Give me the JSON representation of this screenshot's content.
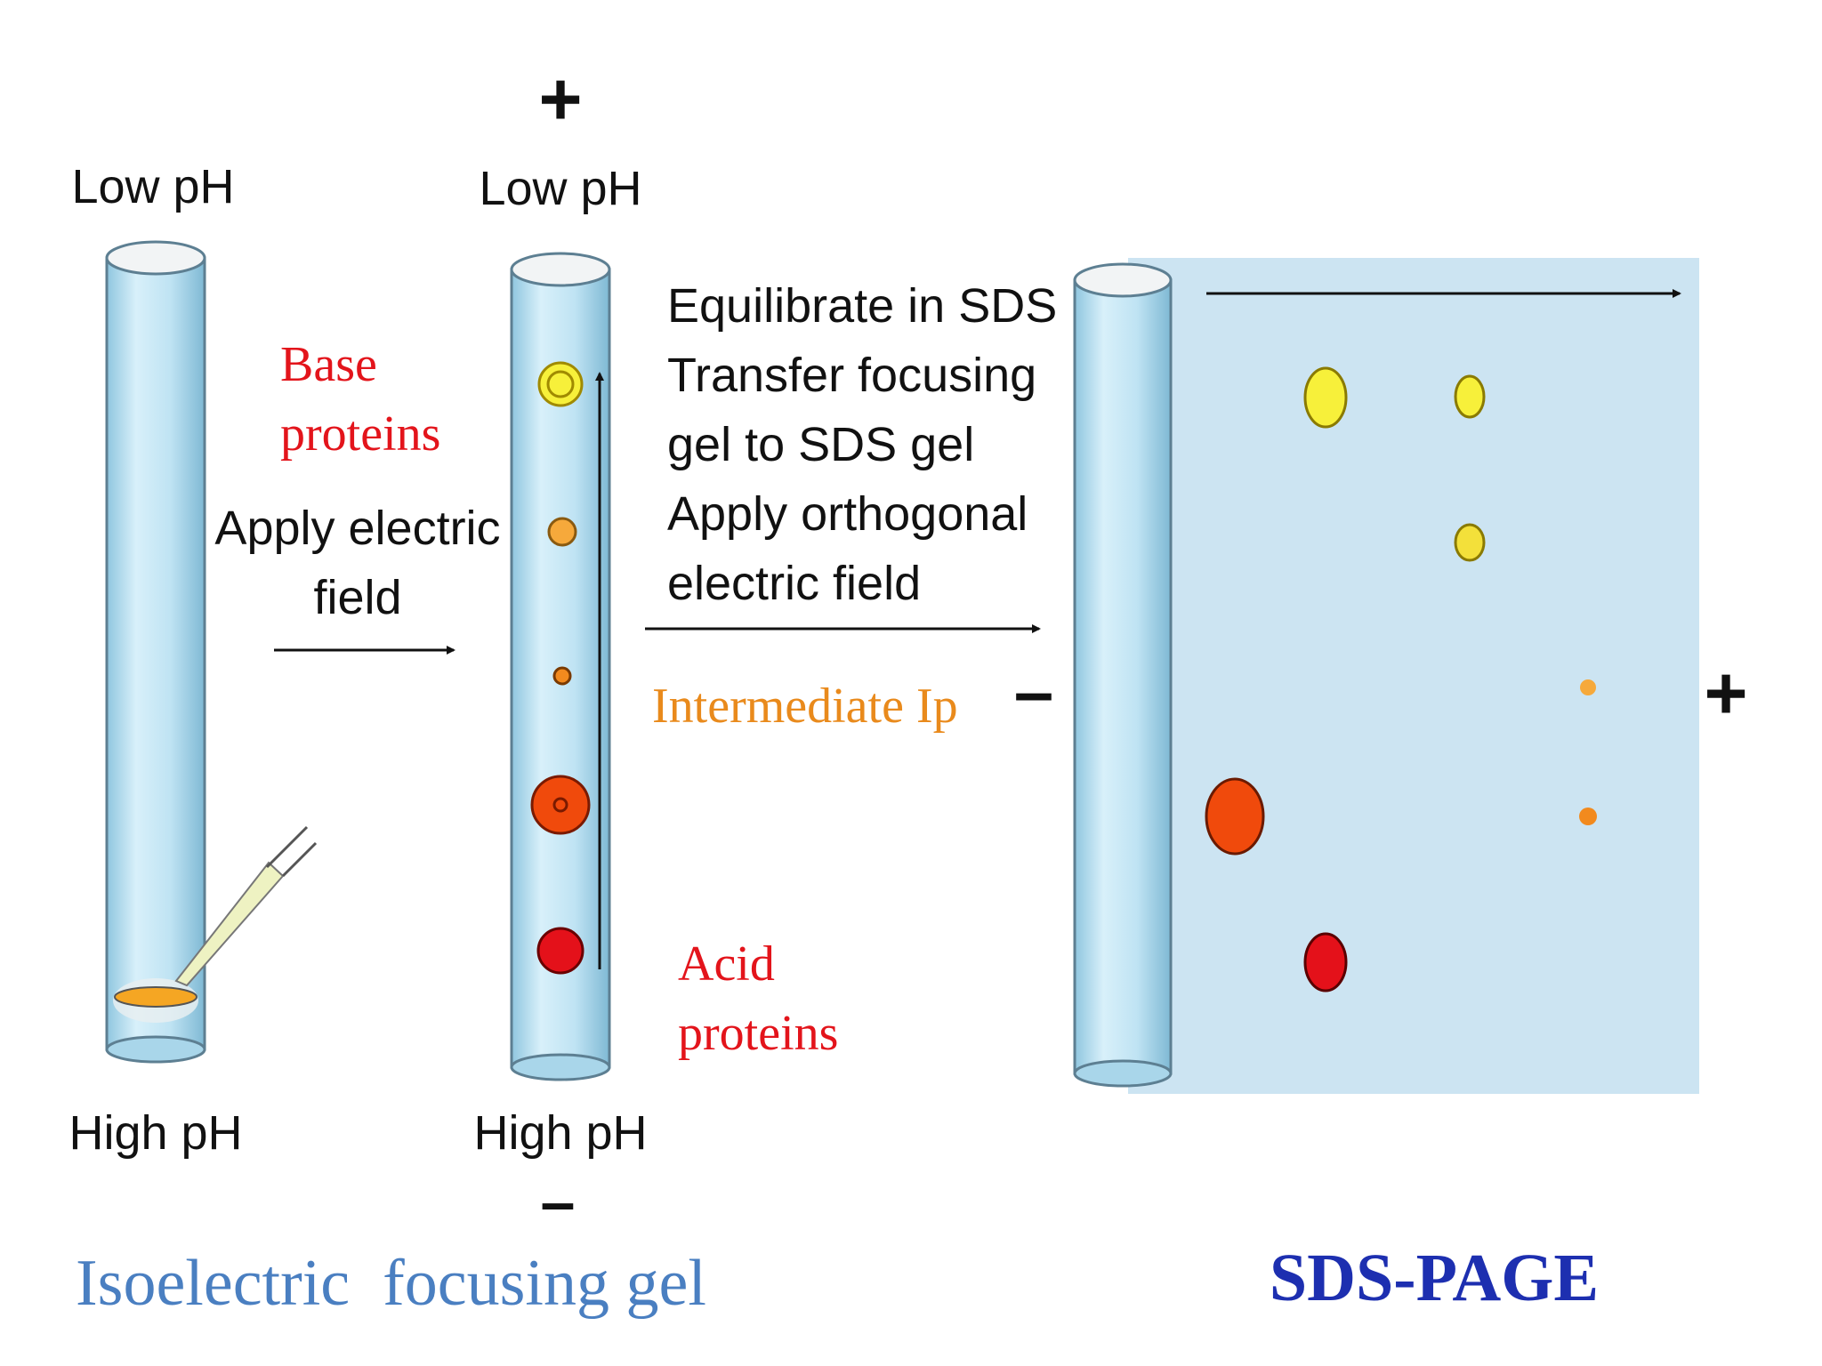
{
  "left_tube": {
    "top_label": "Low pH",
    "bottom_label": "High pH"
  },
  "middle_tube": {
    "plus_sign": "+",
    "top_label": "Low pH",
    "bottom_label": "High pH",
    "minus_sign": "–"
  },
  "labels": {
    "base_proteins_1": "Base",
    "base_proteins_2": "proteins",
    "apply_field_1": "Apply electric",
    "apply_field_2": "field",
    "step_1": "Equilibrate in SDS",
    "step_2": "Transfer focusing",
    "step_3": "gel to SDS gel",
    "step_4": "Apply orthogonal",
    "step_5": "electric field",
    "intermediate": "Intermediate Ip",
    "acid_proteins_1": "Acid",
    "acid_proteins_2": "proteins"
  },
  "sds_gel": {
    "minus_sign": "–",
    "plus_sign": "+"
  },
  "captions": {
    "ief": "Isoelectric  focusing gel",
    "sds": "SDS-PAGE"
  },
  "colors": {
    "tube_fill": "#bfe3f3",
    "gel_fill": "#cce4f2",
    "red_label": "#e3141b",
    "orange_label": "#e98a1c",
    "ief_caption": "#4a7fc1",
    "sds_caption": "#1d2fb0",
    "spot_yellow": "#f7f03a",
    "spot_light_orange": "#f6a93b",
    "spot_orange": "#f28a1e",
    "spot_orange_red": "#f04a0c",
    "spot_red": "#e4111a"
  }
}
